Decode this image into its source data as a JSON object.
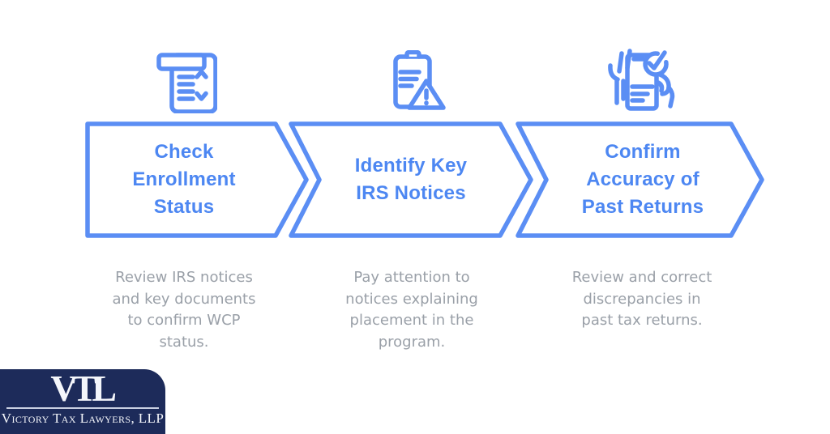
{
  "colors": {
    "background": "#ffffff",
    "accent": "#5b8ef4",
    "heading": "#4d87f2",
    "body_text": "#9aa0a8",
    "logo_bg": "#1d2b5a",
    "logo_text": "#f4f6fb",
    "logo_line": "#c9d0e2"
  },
  "steps": [
    {
      "icon": "receipt-sort-icon",
      "title_lines": [
        "Check",
        "Enrollment",
        "Status"
      ],
      "description_lines": [
        "Review IRS notices",
        "and key documents",
        "to confirm WCP",
        "status."
      ]
    },
    {
      "icon": "clipboard-warning-icon",
      "title_lines": [
        "Identify Key",
        "IRS Notices"
      ],
      "description_lines": [
        "Pay attention to",
        "notices explaining",
        "placement in the",
        "program."
      ]
    },
    {
      "icon": "hands-document-check-icon",
      "title_lines": [
        "Confirm",
        "Accuracy of",
        "Past Returns"
      ],
      "description_lines": [
        "Review and correct",
        "discrepancies in",
        "past tax returns."
      ]
    }
  ],
  "logo": {
    "monogram": "VTL",
    "firm_name": "Victory Tax Lawyers, LLP"
  }
}
